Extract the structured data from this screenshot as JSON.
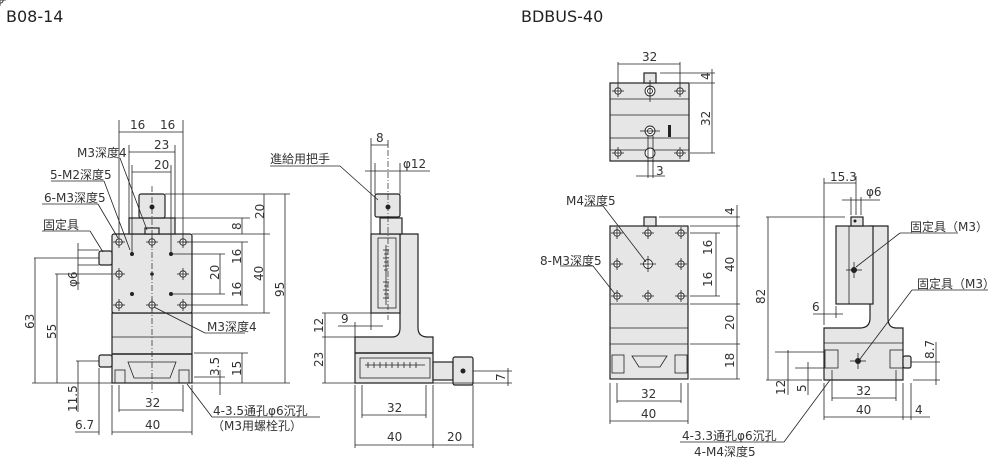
{
  "titles": {
    "left": "B08-14",
    "right": "BDBUS-40"
  },
  "b08": {
    "dim_16a": "16",
    "dim_16b": "16",
    "dim_23": "23",
    "dim_20_top": "20",
    "m3_depth4_top": "M3深度4",
    "m2_5": "5-M2深度5",
    "m3_6": "6-M3深度5",
    "fixture": "固定具",
    "dim_20_knob": "20",
    "dim_8": "8",
    "dim_20_holes": "20",
    "dim_16_up": "16",
    "dim_40": "40",
    "dim_16_down": "16",
    "dim_95": "95",
    "dim_63": "63",
    "dim_55": "55",
    "dim_phi6": "φ6",
    "m3_depth4_bottom": "M3深度4",
    "dim_3_5": "3.5",
    "dim_15": "15",
    "dim_11_5": "11.5",
    "dim_32": "32",
    "dim_6_7": "6.7",
    "dim_40_bottom": "40",
    "through_hole": "4-3.5通孔φ6沉孔",
    "bolt_hole": "（M3用螺栓孔）",
    "feed_handle": "進給用把手",
    "dim_8_side": "8",
    "dim_phi12": "φ12",
    "dim_12": "12",
    "dim_9": "9",
    "dim_23_side": "23",
    "dim_7": "7",
    "dim_32_side": "32",
    "dim_40_side": "40",
    "dim_20_side": "20"
  },
  "bdbus": {
    "top_32": "32",
    "top_4": "4",
    "top_32_v": "32",
    "top_3": "3",
    "m4_depth5": "M4深度5",
    "m3_8": "8-M3深度5",
    "front_4": "4",
    "front_16a": "16",
    "front_40": "40",
    "front_16b": "16",
    "front_20": "20",
    "front_18": "18",
    "front_32": "32",
    "front_40_bottom": "40",
    "side_15_3": "15.3",
    "side_phi6": "φ6",
    "fixture_m3_a": "固定具（M3）",
    "fixture_m3_b": "固定具（M3）",
    "side_82": "82",
    "side_6": "6",
    "side_8_7": "8.7",
    "side_12": "12",
    "side_5": "5",
    "side_32": "32",
    "side_40": "40",
    "side_4": "4",
    "through_hole": "4-3.3通孔φ6沉孔",
    "m4_4": "4-M4深度5"
  }
}
